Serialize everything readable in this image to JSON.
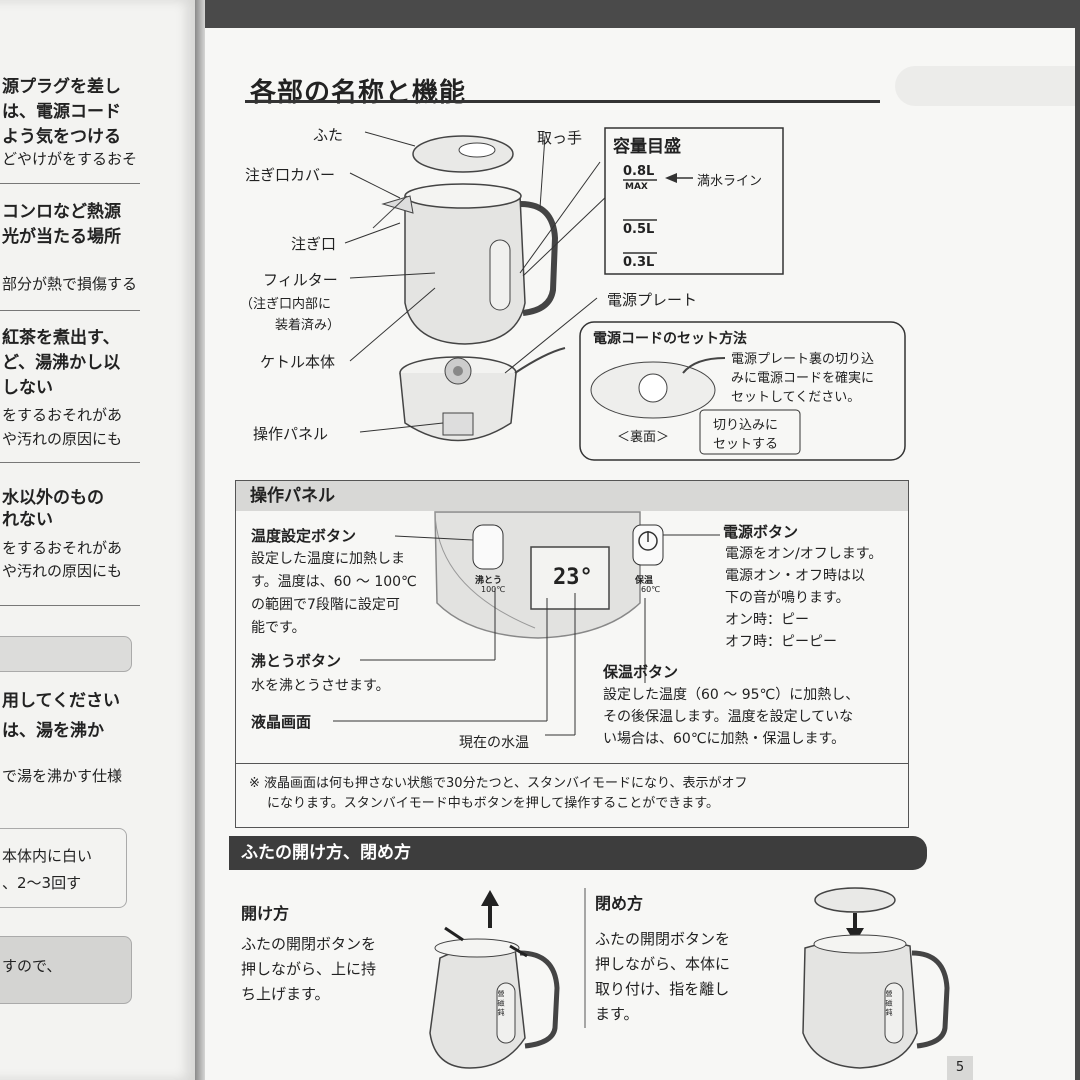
{
  "left_page": {
    "lines": [
      "源プラグを差し",
      "は、電源コード",
      "よう気をつける",
      "どやけがをするおそ",
      "コンロなど熱源",
      "光が当たる場所",
      "部分が熱で損傷する",
      "紅茶を煮出す、",
      "ど、湯沸かし以",
      "しない",
      "をするおそれがあ",
      "や汚れの原因にも",
      "水以外のもの",
      "れない",
      "をするおそれがあ",
      "や汚れの原因にも",
      "用してください",
      "は、湯を沸か",
      "で湯を沸かす仕様",
      "本体内に白い",
      "、2〜3回す",
      "すので、"
    ]
  },
  "title": "各部の名称と機能",
  "parts": {
    "futa": "ふた",
    "sosogiguchi_cover": "注ぎ口カバー",
    "sosogiguchi": "注ぎ口",
    "filter": "フィルター",
    "filter_note_1": "（注ぎ口内部に",
    "filter_note_2": "装着済み）",
    "kettle_body": "ケトル本体",
    "operation_panel": "操作パネル",
    "handle": "取っ手",
    "power_plate": "電源プレート"
  },
  "capacity": {
    "heading": "容量目盛",
    "marks": [
      "0.8L",
      "MAX",
      "0.5L",
      "0.3L"
    ],
    "full_line": "満水ライン"
  },
  "cord_box": {
    "heading": "電源コードのセット方法",
    "desc_1": "電源プレート裏の切り込",
    "desc_2": "みに電源コードを確実に",
    "desc_3": "セットしてください。",
    "back_label": "＜裏面＞",
    "notch_1": "切り込みに",
    "notch_2": "セットする"
  },
  "panel": {
    "heading": "操作パネル",
    "temp_btn": "温度設定ボタン",
    "temp_desc": [
      "設定した温度に加熱しま",
      "す。温度は、60 〜 100℃",
      "の範囲で7段階に設定可",
      "能です。"
    ],
    "boil_btn": "沸とうボタン",
    "boil_desc": "水を沸とうさせます。",
    "lcd": "液晶画面",
    "current_temp": "現在の水温",
    "power_btn": "電源ボタン",
    "power_desc": [
      "電源をオン/オフします。",
      "電源オン・オフ時は以",
      "下の音が鳴ります。",
      "オン時：ピー",
      "オフ時：ピーピー"
    ],
    "keep_btn": "保温ボタン",
    "keep_desc": [
      "設定した温度（60 〜 95℃）に加熱し、",
      "その後保温します。温度を設定していな",
      "い場合は、60℃に加熱・保温します。"
    ],
    "lcd_value": "23°",
    "boil_label": "沸とう",
    "boil_sub": "100℃",
    "keep_label": "保温",
    "keep_sub": "60℃",
    "note_1": "※ 液晶画面は何も押さない状態で30分たつと、スタンバイモードになり、表示がオフ",
    "note_2": "になります。スタンバイモード中もボタンを押して操作することができます。"
  },
  "lid_section": {
    "heading": "ふたの開け方、閉め方",
    "open_title": "開け方",
    "open_desc": [
      "ふたの開閉ボタンを",
      "押しながら、上に持",
      "ち上げます。"
    ],
    "close_title": "閉め方",
    "close_desc": [
      "ふたの開閉ボタンを",
      "押しながら、本体に",
      "取り付け、指を離し",
      "ます。"
    ],
    "brand_mark": "營 磁 鈍"
  },
  "page_number": "5"
}
